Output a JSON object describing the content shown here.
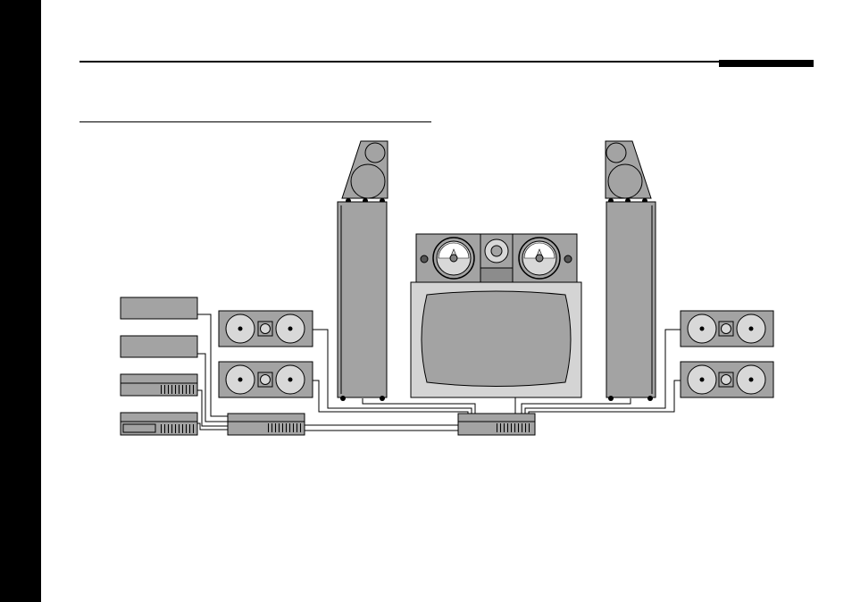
{
  "colors": {
    "page_background": "#ffffff",
    "margin_bar": "#000000",
    "component_fill": "#a3a3a3",
    "component_stroke": "#000000",
    "driver_fill": "#d8d8d8"
  },
  "diagram": {
    "kind": "home-theater-speaker-setup",
    "labels": [],
    "components": [
      "left-main-tower-speaker",
      "right-main-tower-speaker",
      "center-channel-speaker",
      "television",
      "left-surround-speaker-front",
      "left-surround-speaker-rear",
      "right-surround-speaker-front",
      "right-surround-speaker-rear",
      "source-component-1",
      "source-component-2",
      "source-component-3",
      "source-component-4",
      "surround-amplifier",
      "main-processor-amplifier"
    ]
  }
}
